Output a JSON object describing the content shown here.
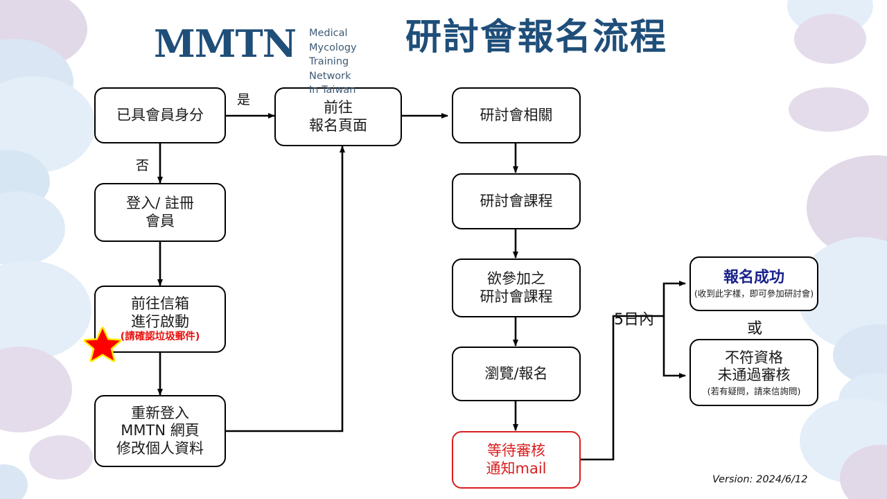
{
  "header": {
    "logo_mark": "MMTN",
    "logo_sub": "Medical Mycology\nTraining Network\nIn Taiwan",
    "title": "研討會報名流程",
    "brand_color": "#1f4e79"
  },
  "colors": {
    "brand_blue": "#1f4e79",
    "success_blue": "#19218c",
    "alert_red": "#d91d1d",
    "note_red": "#e8110f",
    "line_black": "#000000",
    "bg_lavender": "#cfc0da",
    "bg_lightblue": "#cfe0f2"
  },
  "nodes": {
    "member_check": {
      "lines": [
        "已具會員身分"
      ]
    },
    "login_register": {
      "lines": [
        "登入/ 註冊",
        "會員"
      ]
    },
    "mailbox_activate": {
      "lines": [
        "前往信箱",
        "進行啟動"
      ],
      "note": "(請確認垃圾郵件)"
    },
    "relogin_profile": {
      "lines": [
        "重新登入",
        "MMTN 網頁",
        "修改個人資料"
      ]
    },
    "goto_signup": {
      "lines": [
        "前往",
        "報名頁面"
      ]
    },
    "seminar_info": {
      "lines": [
        "研討會相關"
      ]
    },
    "seminar_courses": {
      "lines": [
        "研討會課程"
      ]
    },
    "desired_courses": {
      "lines": [
        "欲參加之",
        "研討會課程"
      ]
    },
    "browse_signup": {
      "lines": [
        "瀏覽/報名"
      ]
    },
    "await_review": {
      "lines": [
        "等待審核",
        "通知mail"
      ]
    },
    "signup_success": {
      "headline": "報名成功",
      "note": "(收到此字樣，即可參加研討會)"
    },
    "not_qualified": {
      "lines": [
        "不符資格",
        "未通過審核"
      ],
      "note": "(若有疑問，請來信詢問)"
    }
  },
  "edge_labels": {
    "yes": "是",
    "no": "否",
    "within_5_days": "5日內",
    "or": "或"
  },
  "icons": {
    "star": "red-star-icon"
  },
  "footer": {
    "version": "Version: 2024/6/12"
  }
}
